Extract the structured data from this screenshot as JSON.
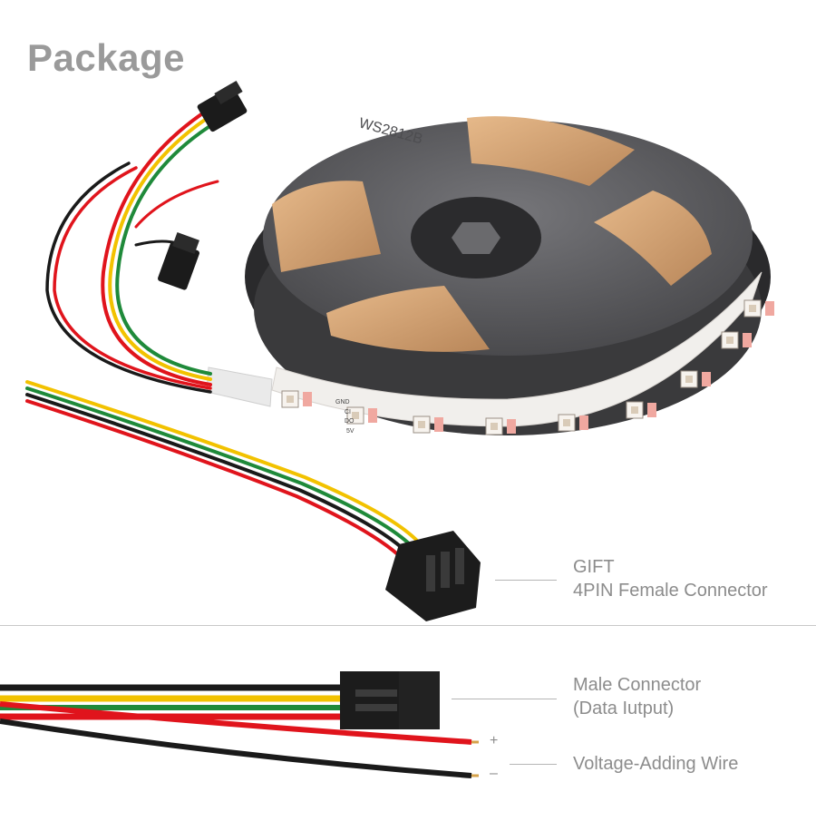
{
  "page": {
    "title": "Package"
  },
  "reel": {
    "brand_mark": "WS2812B",
    "strip_pin_labels": [
      "GND",
      "CI",
      "DO",
      "5V"
    ]
  },
  "callouts": {
    "gift_line1": "GIFT",
    "gift_line2": "4PIN Female Connector",
    "male_line1": "Male Connector",
    "male_line2": "(Data Iutput)",
    "voltage": "Voltage-Adding Wire",
    "plus_sign": "+",
    "minus_sign": "–"
  },
  "colors": {
    "title": "#9a9a9a",
    "label": "#8c8c8c",
    "wire_red": "#e0141c",
    "wire_black": "#1a1a1a",
    "wire_yellow": "#f2c200",
    "wire_green": "#1f8a3a",
    "reel_gray": "#5d5d60",
    "strip_pink": "#f0a8a0"
  }
}
